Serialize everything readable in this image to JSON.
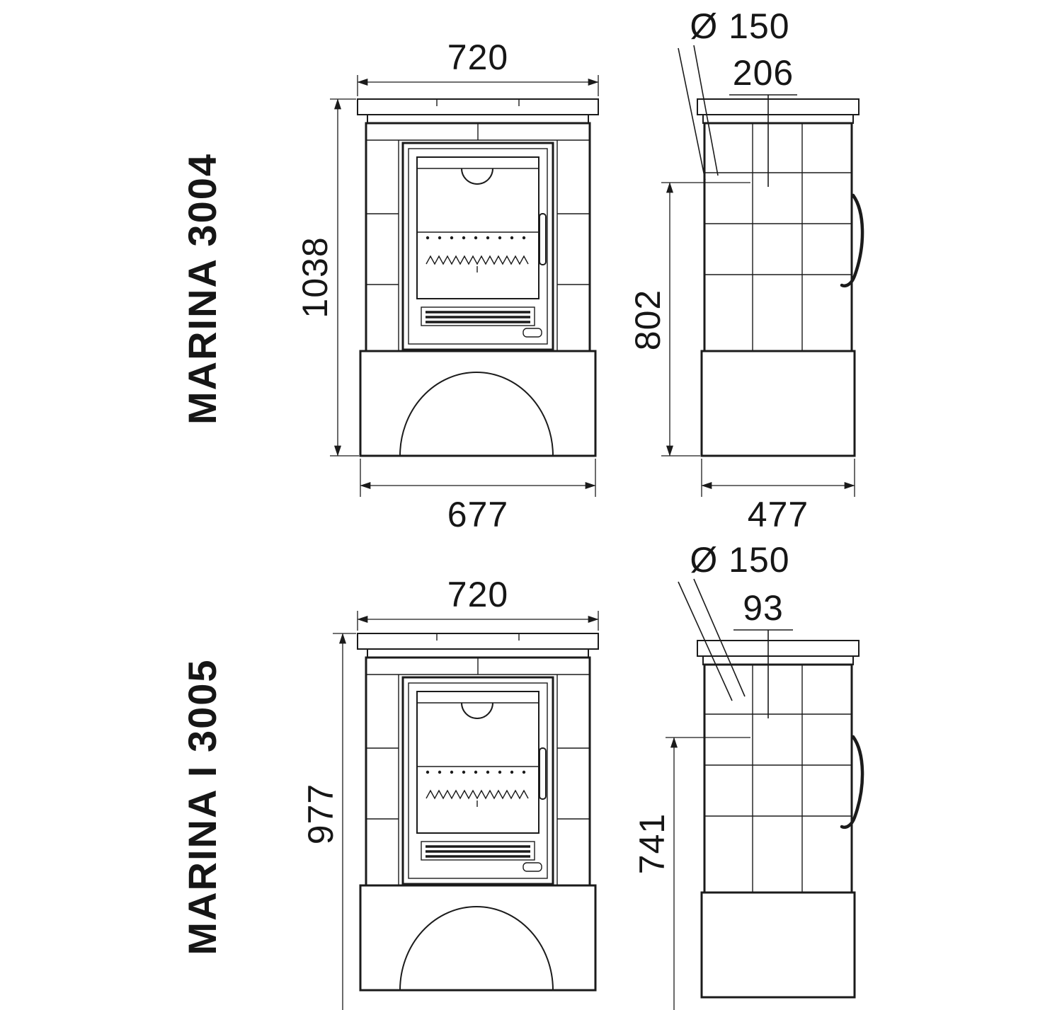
{
  "page": {
    "background": "#ffffff",
    "line_color": "#1b1b1b"
  },
  "models": [
    {
      "name": "MARINA 3004",
      "front": {
        "top_width": "720",
        "height": "1038",
        "bottom_width": "677"
      },
      "side": {
        "flue_diameter": "Ø 150",
        "flue_offset": "206",
        "height": "802",
        "depth": "477"
      }
    },
    {
      "name": "MARINA I 3005",
      "front": {
        "top_width": "720",
        "height": "977"
      },
      "side": {
        "flue_diameter": "Ø 150",
        "flue_offset": "93",
        "height": "741"
      }
    }
  ]
}
